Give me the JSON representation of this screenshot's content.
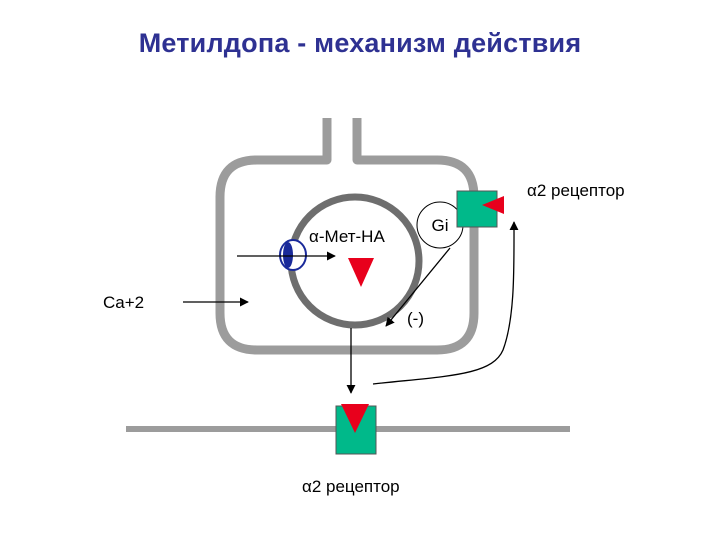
{
  "title": "Метилдопа - механизм действия",
  "labels": {
    "alpha_met_na": "α-Мет-НА",
    "gi": "Gi",
    "alpha2_receptor_top": "α2 рецептор",
    "ca2": "Ca+2",
    "inhibition": "(-)",
    "alpha2_receptor_bottom": "α2 рецептор"
  },
  "colors": {
    "title": "#2e3192",
    "membrane": "#9c9c9c",
    "vesicle": "#6e6e6e",
    "receptor": "#00b98a",
    "ligand": "#e8001c",
    "channel": "#1a2a9a",
    "arrow": "#000000"
  },
  "icons": {
    "channel": "ion-channel-icon",
    "receptor": "receptor-square-icon",
    "ligand": "red-triangle-icon"
  }
}
